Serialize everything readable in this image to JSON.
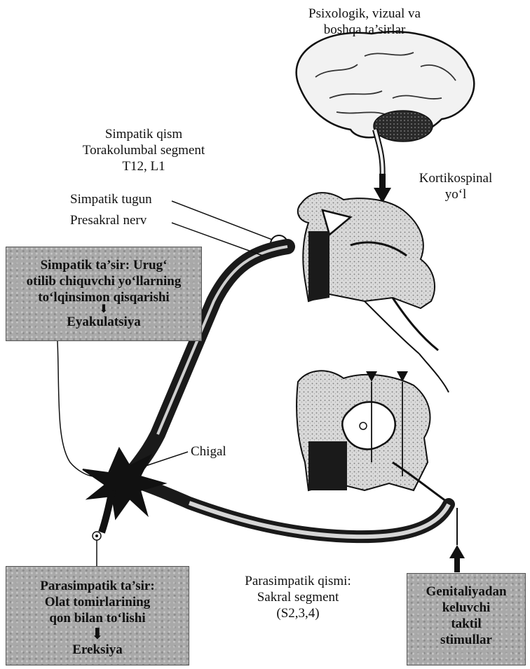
{
  "labels": {
    "brain_stimuli": [
      "Psixologik, vizual va",
      "boshqa ta’sirlar"
    ],
    "sympathetic": [
      "Simpatik qism",
      "Torakolumbal segment",
      "T12, L1"
    ],
    "sympathetic_node": "Simpatik tugun",
    "presacral_nerve": "Presakral nerv",
    "corticospinal": [
      "Kortikospinal",
      "yo‘l"
    ],
    "plexus": "Chigal",
    "parasympathetic_part": [
      "Parasimpatik qismi:",
      "Sakral segment",
      "(S2,3,4)"
    ]
  },
  "boxes": {
    "sympathetic_effect": {
      "lines": [
        "Simpatik ta’sir: Urug‘",
        "otilib chiquvchi yo‘llarning",
        "to‘lqinsimon qisqarishi"
      ],
      "result": "Eyakulatsiya"
    },
    "parasympathetic_effect": {
      "lines": [
        "Parasimpatik ta’sir:",
        "Olat tomirlarining",
        "qon bilan to‘lishi"
      ],
      "result": "Ereksiya"
    },
    "genital_stimuli": {
      "lines": [
        "Genitaliyadan",
        "keluvchi",
        "taktil",
        "stimullar"
      ]
    }
  },
  "icons": {
    "brain": "brain-icon",
    "spinal_upper": "spinal-cord-thoracolumbar-icon",
    "spinal_lower": "spinal-cord-sacral-icon",
    "plexus": "plexus-ganglion-icon"
  },
  "colors": {
    "box_fill": "#a9a9a9",
    "nerve_dark": "#1a1a1a",
    "tissue": "#e6e6e6"
  }
}
